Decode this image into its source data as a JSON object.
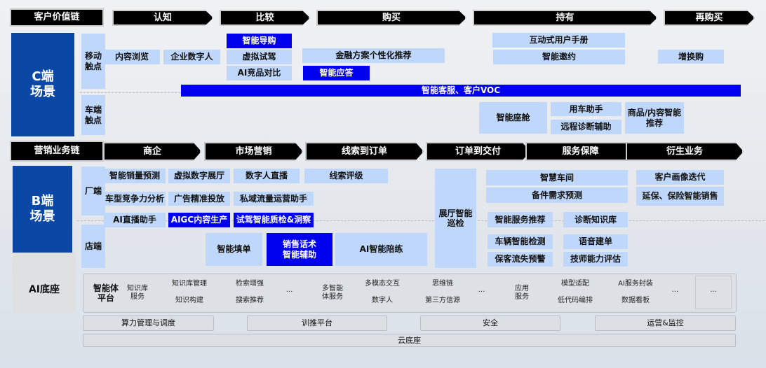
{
  "c_headers": [
    "客户价值链",
    "认知",
    "比较",
    "购买",
    "持有",
    "再购买"
  ],
  "c_scene": {
    "title_line1": "C端",
    "title_line2": "场景",
    "mobile": "移动\n触点",
    "car": "车端\n触点"
  },
  "c_items": {
    "content_browse": "内容浏览",
    "digital_human": "企业数字人",
    "smart_guide": "智能导购",
    "virtual_drive": "虚拟试驾",
    "ai_compare": "AI竞品对比",
    "finance": "金融方案个性化推荐",
    "smart_answer": "智能应答",
    "manual": "互动式用户手册",
    "invite": "智能邀约",
    "trade_in": "增换购",
    "voc": "智能客服、客户VOC",
    "cockpit": "智能座舱",
    "car_assistant": "用车助手",
    "remote_diag": "远程诊断辅助",
    "recommend": "商品/内容智能推荐"
  },
  "b_headers": [
    "营销业务链",
    "商企",
    "市场营销",
    "线索到订单",
    "订单到交付",
    "服务保障",
    "衍生业务"
  ],
  "b_scene": {
    "title_line1": "B端",
    "title_line2": "场景",
    "factory": "厂端",
    "store": "店端"
  },
  "b_items": {
    "sales_forecast": "智能销量预测",
    "virtual_hall": "虚拟数字展厅",
    "dh_live": "数字人直播",
    "lead_rating": "线索评级",
    "competitiveness": "车型竞争力分析",
    "ad": "广告精准投放",
    "private": "私域流量运营助手",
    "ai_live": "AI直播助手",
    "aigc": "AIGC内容生产",
    "drive_qc": "试驾智能质检&洞察",
    "form": "智能填单",
    "script": "销售话术\n智能辅助",
    "coach": "AI智能陪练",
    "hall_patrol": "展厅智能\n巡检",
    "workshop": "智慧车间",
    "parts": "备件需求预测",
    "service_rec": "智能服务推荐",
    "diag_kb": "诊断知识库",
    "vehicle_check": "车辆智能检测",
    "voice_order": "语音建单",
    "churn": "保客流失预警",
    "tech_eval": "技师能力评估",
    "persona": "客户画像迭代",
    "insurance": "延保、保险智能销售"
  },
  "ai": {
    "title": "AI底座",
    "agent_platform": "智能体\n平台",
    "kb_service": "知识库\n服务",
    "kb_manage": "知识库管理",
    "kb_build": "知识构建",
    "rag": "检索增强",
    "search": "搜索推荐",
    "multi_agent": "多智能\n体服务",
    "multimodal": "多模态交互",
    "digital_human": "数字人",
    "cot": "思维链",
    "third_party": "第三方信源",
    "app_service": "应用\n服务",
    "model_adapt": "模型适配",
    "lowcode": "低代码编排",
    "ai_wrap": "AI服务封装",
    "dashboard": "数据看板",
    "ellipsis": "···",
    "compute": "算力管理与调度",
    "training": "训推平台",
    "security": "安全",
    "ops": "运营&监控",
    "cloud": "云底座"
  }
}
